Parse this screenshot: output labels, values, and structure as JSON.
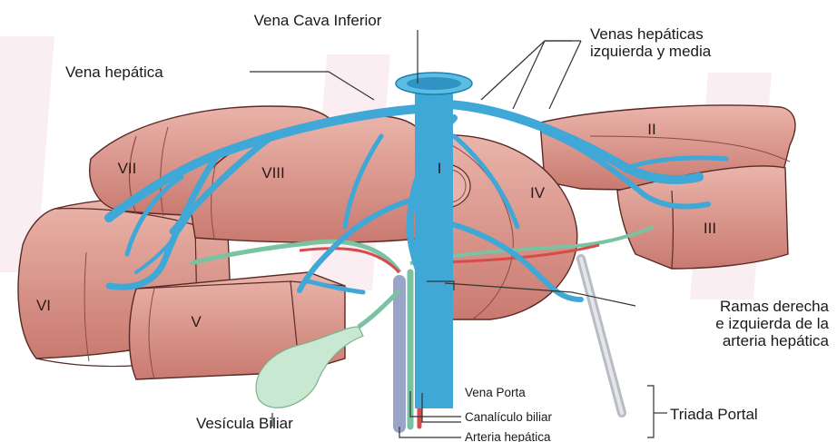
{
  "labels": {
    "vena_cava_inferior": "Vena Cava Inferior",
    "vena_hepatica": "Vena hepática",
    "venas_hepaticas_line1": "Venas hepáticas",
    "venas_hepaticas_line2": "izquierda y media",
    "ramas_line1": "Ramas derecha",
    "ramas_line2": "e izquierda de la",
    "ramas_line3": "arteria hepática",
    "vena_porta": "Vena Porta",
    "canaliculo_biliar": "Canalículo biliar",
    "arteria_hepatica": "Arteria hepática",
    "triada_portal": "Triada Portal",
    "vesicula_biliar": "Vesícula Biliar"
  },
  "segments": {
    "I": "I",
    "II": "II",
    "III": "III",
    "IV": "IV",
    "V": "V",
    "VI": "VI",
    "VII": "VII",
    "VIII": "VIII"
  },
  "colors": {
    "liver_face": "#d98e84",
    "liver_light": "#eab4aa",
    "liver_dark": "#b86a62",
    "liver_outline": "#5a2a26",
    "vein": "#3fa8d6",
    "vein_dark": "#1e7fae",
    "portal_vein": "#9aa4c6",
    "bile_duct": "#79c2a2",
    "artery": "#d94a4a",
    "gallbladder": "#c8e8d2",
    "watermark": "#f3c9d6"
  }
}
